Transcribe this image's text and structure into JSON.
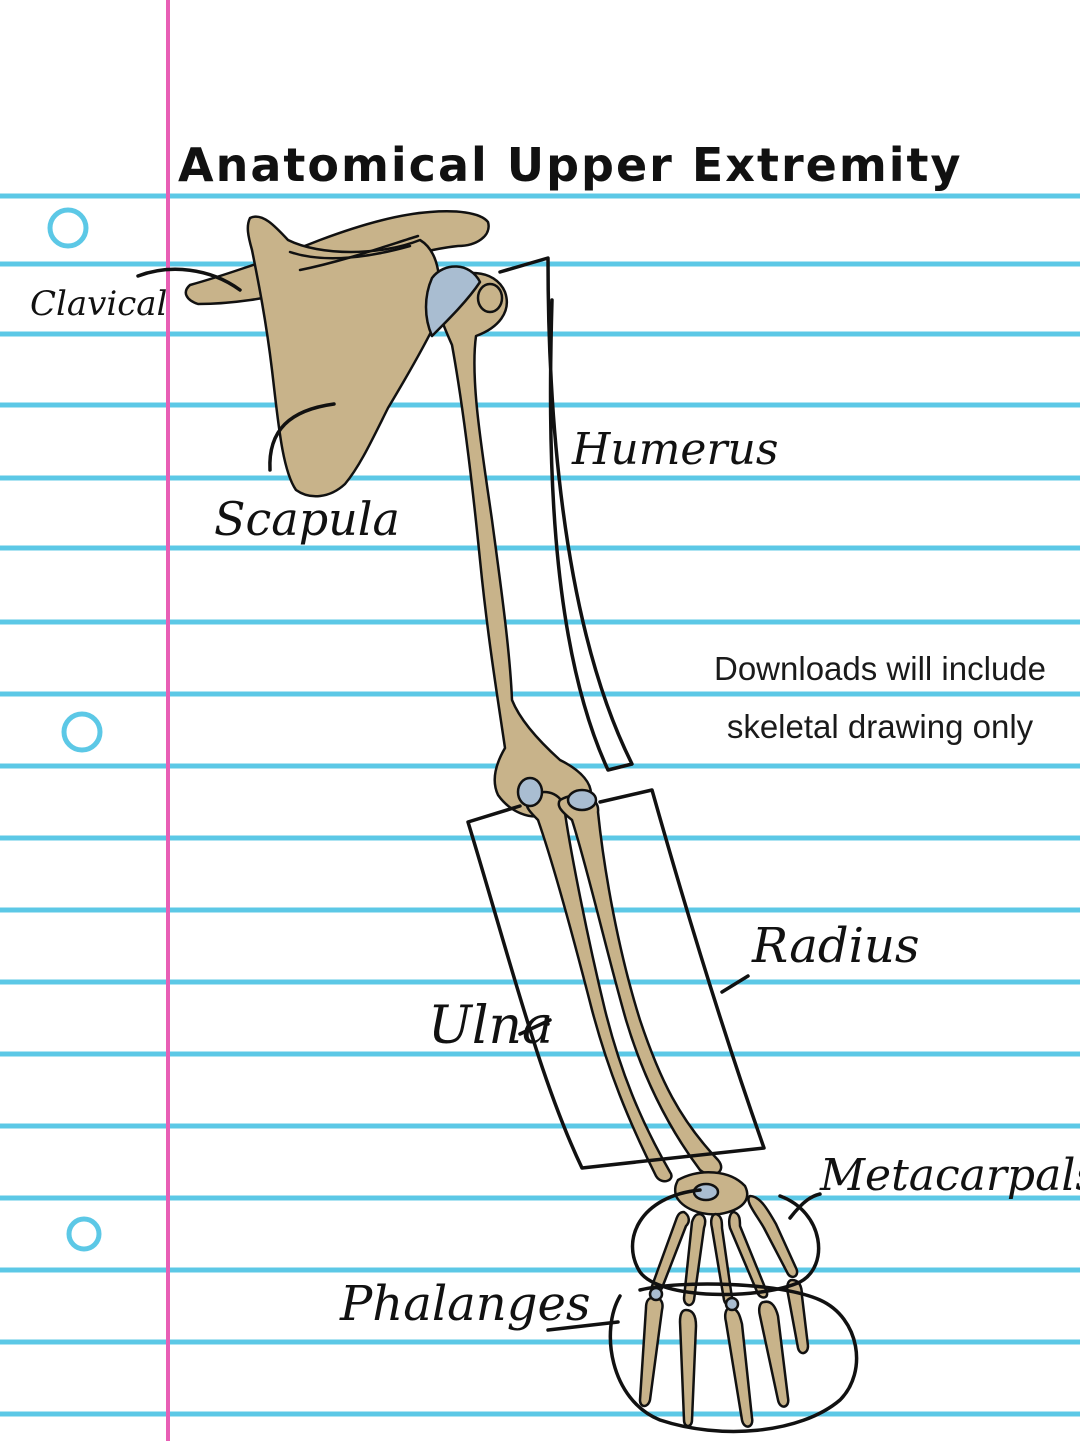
{
  "title": "Anatomical Upper Extremity",
  "labels": {
    "clavical": "Clavical",
    "scapula": "Scapula",
    "humerus": "Humerus",
    "radius": "Radius",
    "ulna": "Ulna",
    "metacarpals": "Metacarpals",
    "phalanges": "Phalanges"
  },
  "note": {
    "line1": "Downloads will include",
    "line2": "skeletal drawing only"
  },
  "colors": {
    "rule_line": "#5cc8e6",
    "margin_line": "#e85fb5",
    "bone": "#c8b38a",
    "cartilage": "#a9bdd1",
    "ink": "#111111"
  }
}
